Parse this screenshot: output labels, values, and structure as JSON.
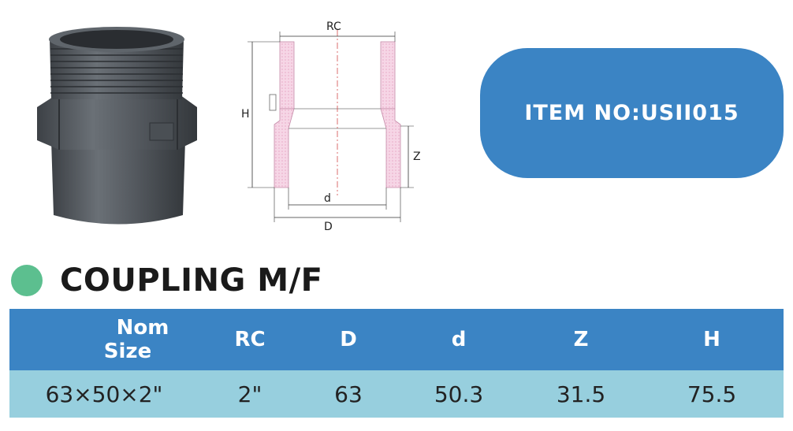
{
  "product": {
    "item_no": "ITEM NO:USII015",
    "title": "COUPLING M/F",
    "colors": {
      "accent_blue": "#3b84c4",
      "row_teal": "#97cfde",
      "dot_green": "#5cbf8f",
      "pipe_gray": "#4f5459"
    }
  },
  "drawing": {
    "labels": {
      "rc": "RC",
      "h": "H",
      "z": "Z",
      "d_small": "d",
      "d_large": "D"
    }
  },
  "table": {
    "headers": {
      "nom_line1": "Nom",
      "nom_line2": "Size",
      "rc": "RC",
      "D": "D",
      "d": "d",
      "z": "Z",
      "h": "H"
    },
    "rows": [
      {
        "nom_size": "63×50×2\"",
        "rc": "2\"",
        "D": "63",
        "d": "50.3",
        "z": "31.5",
        "h": "75.5"
      }
    ]
  }
}
